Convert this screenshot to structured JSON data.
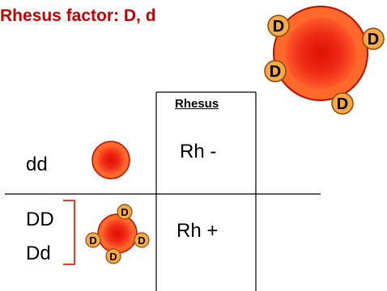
{
  "title": "Rhesus factor: D, d",
  "colors": {
    "title": "#c00000",
    "cell_fill": "#e8281a",
    "cell_edge": "#b51000",
    "antigen_fill": "#f5a94a",
    "antigen_edge": "#8a4a00",
    "bracket": "#e04020",
    "grid": "#000000"
  },
  "table": {
    "column_header": "Rhesus",
    "rows": [
      {
        "genotypes": [
          "dd"
        ],
        "phenotype": "Rh -",
        "antigens": false
      },
      {
        "genotypes": [
          "DD",
          "Dd"
        ],
        "phenotype": "Rh +",
        "antigens": true
      }
    ]
  },
  "antigen_label": "D"
}
